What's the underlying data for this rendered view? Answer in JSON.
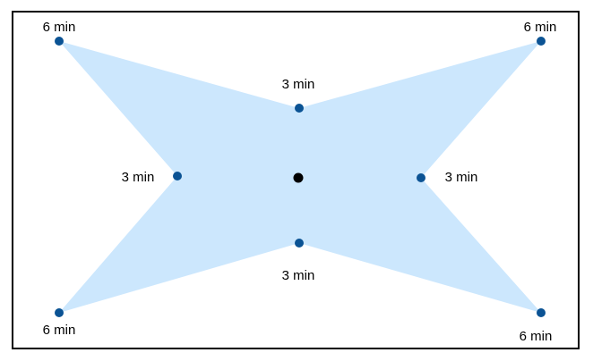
{
  "colors": {
    "shape_fill": "#cce7fd",
    "vertex_point": "#0b5394",
    "center_point": "#000000",
    "frame": "#000000",
    "background": "#ffffff"
  },
  "labels": {
    "top_left_outer": "6 min",
    "top_right_outer": "6 min",
    "top_inner": "3 min",
    "left_inner": "3 min",
    "right_inner": "3 min",
    "bottom_inner": "3 min",
    "bottom_left_outer": "6 min",
    "bottom_right_outer": "6 min"
  }
}
